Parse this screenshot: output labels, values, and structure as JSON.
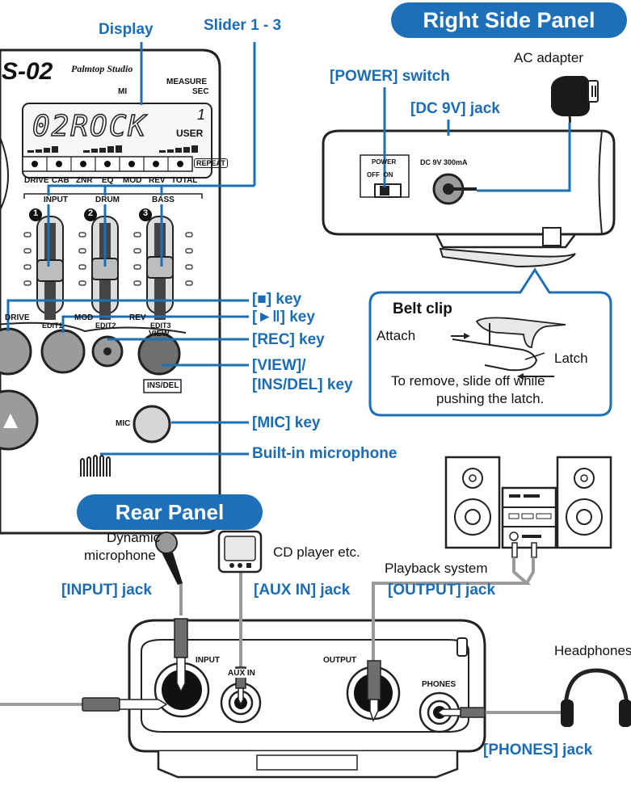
{
  "sections": {
    "right_side_panel": "Right Side Panel",
    "rear_panel": "Rear Panel"
  },
  "top_labels": {
    "display": "Display",
    "slider": "Slider 1 - 3"
  },
  "device_front": {
    "logo": "S-02",
    "logo_sub": "Palmtop Studio",
    "lcd_text": "02ROCK",
    "lcd_measure": "MEASURE",
    "lcd_sec": "SEC",
    "lcd_mi": "MI",
    "lcd_user": "USER",
    "lcd_one": "1",
    "repeat": "REPEAT",
    "effect_labels": [
      "DRIVE",
      "CAB",
      "ZNR",
      "EQ",
      "MOD",
      "REV",
      "TOTAL"
    ],
    "groups": [
      "INPUT",
      "DRUM",
      "BASS"
    ],
    "channel_numbers": [
      "1",
      "2",
      "3"
    ],
    "edit_labels": [
      "DRIVE",
      "EDIT1",
      "MOD",
      "EDIT2",
      "REV",
      "EDIT3"
    ],
    "view_label": "VIEW",
    "insdel_label": "INS/DEL",
    "mic_label": "MIC"
  },
  "key_labels": {
    "stop": "[■] key",
    "play": "[►‖] key",
    "rec": "[REC] key",
    "view1": "[VIEW]/",
    "view2": "[INS/DEL] key",
    "mic": "[MIC] key",
    "builtin_mic": "Built-in microphone"
  },
  "right_panel": {
    "power_switch": "[POWER] switch",
    "dc_jack": "[DC 9V] jack",
    "ac_adapter": "AC adapter",
    "power_text": "POWER",
    "off_on": "OFF  ON",
    "dc_text": "DC 9V 300mA"
  },
  "belt_clip": {
    "title": "Belt clip",
    "attach": "Attach",
    "latch": "Latch",
    "note1": "To remove, slide off while",
    "note2": "pushing the latch."
  },
  "rear": {
    "dynamic1": "Dynamic",
    "dynamic2": "microphone",
    "cd_player": "CD player etc.",
    "playback": "Playback system",
    "input_jack": "[INPUT] jack",
    "aux_jack": "[AUX IN] jack",
    "output_jack": "[OUTPUT] jack",
    "headphones": "Headphones",
    "phones_jack": "[PHONES] jack",
    "input_text": "INPUT",
    "aux_text": "AUX IN",
    "output_text": "OUTPUT",
    "phones_text": "PHONES"
  },
  "colors": {
    "accent": "#1d6fb8",
    "label_blue": "#1b6cb6",
    "cable_grey": "#9a9a9a",
    "plug_grey": "#6e6e6e"
  }
}
